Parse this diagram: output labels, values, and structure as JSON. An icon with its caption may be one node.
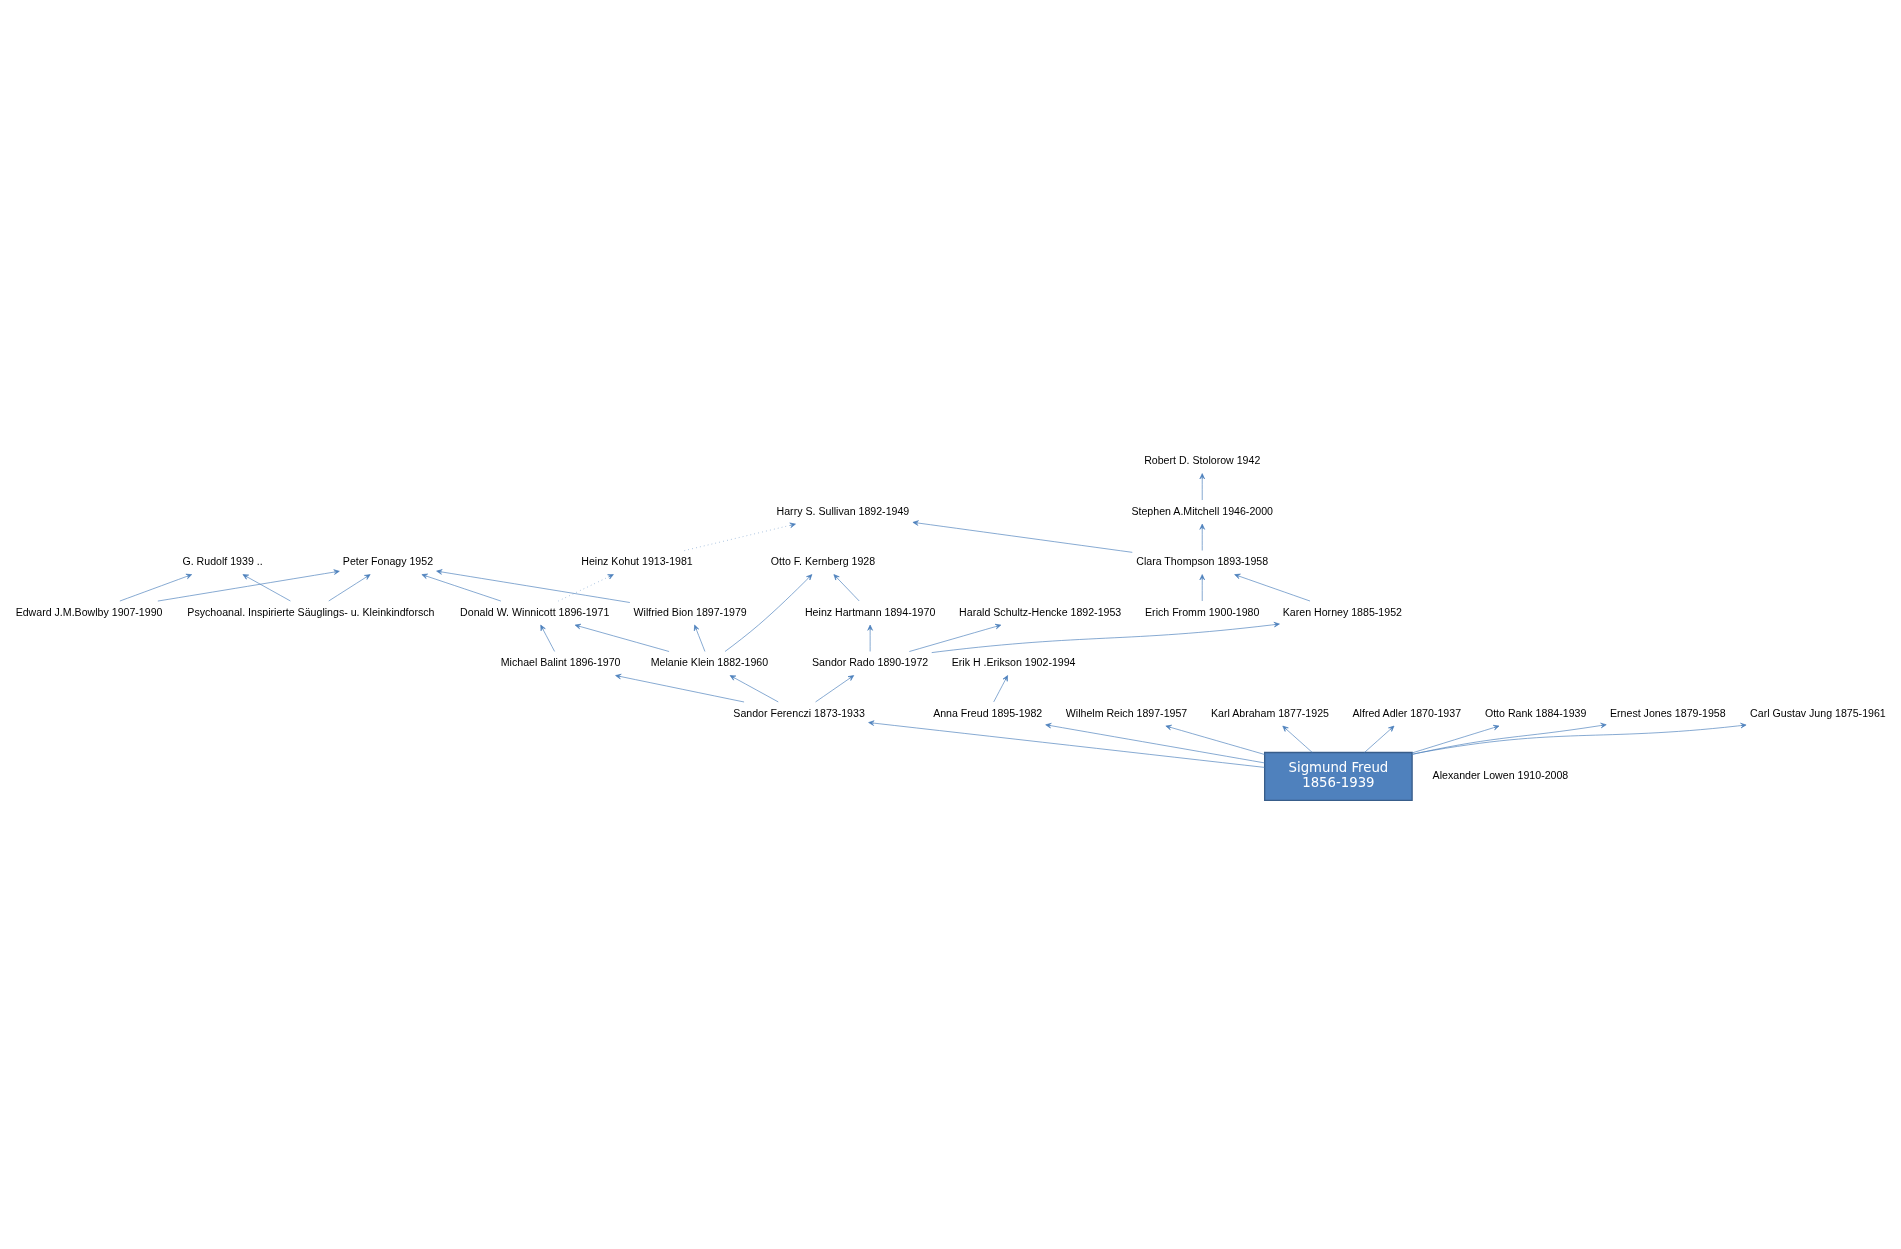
{
  "diagram": {
    "nodes": [
      {
        "text": [
          "Peter Fonagy 1952"
        ]
      },
      {
        "text": [
          "G. Rudolf 1939 .."
        ]
      },
      {
        "text": [
          "Otto F. Kernberg 1928"
        ]
      },
      {
        "text": [
          "Robert D. Stolorow 1942"
        ]
      },
      {
        "text": [
          "Psychoanal. Inspirierte Säuglings- u. Kleinkindforsch"
        ]
      },
      {
        "text": [
          "Heinz Hartmann 1894-1970"
        ]
      },
      {
        "text": [
          "Erik H .Erikson 1902-1994"
        ]
      },
      {
        "text": [
          "Stephen A.Mitchell 1946-2000"
        ]
      },
      {
        "text": [
          "Edward J.M.Bowlby 1907-1990"
        ]
      },
      {
        "text": [
          "Harry S. Sullivan 1892-1949"
        ]
      },
      {
        "text": [
          "Heinz Kohut 1913-1981"
        ]
      },
      {
        "text": [
          "Harald Schultz-Hencke 1892-1953"
        ]
      },
      {
        "text": [
          "Clara Thompson 1893-1958"
        ]
      },
      {
        "text": [
          "Donald W. Winnicott 1896-1971"
        ]
      },
      {
        "text": [
          "Alexander Lowen 1910-2008"
        ]
      },
      {
        "text": [
          "Wilfried Bion 1897-1979"
        ]
      },
      {
        "text": [
          "Karen Horney 1885-1952"
        ]
      },
      {
        "text": [
          "Melanie Klein 1882-1960"
        ]
      },
      {
        "text": [
          "Michael Balint 1896-1970"
        ]
      },
      {
        "text": [
          "Sandor Rado 1890-1972"
        ]
      },
      {
        "text": [
          "Erich Fromm 1900-1980"
        ]
      },
      {
        "text": [
          "Anna Freud 1895-1982"
        ]
      },
      {
        "text": [
          "Wilhelm Reich 1897-1957"
        ]
      },
      {
        "text": [
          "Sandor Ferenczi 1873-1933"
        ]
      },
      {
        "text": [
          "Karl Abraham 1877-1925"
        ]
      },
      {
        "text": [
          "Alfred Adler 1870-1937"
        ]
      },
      {
        "text": [
          "Otto Rank 1884-1939"
        ]
      },
      {
        "text": [
          "Ernest Jones 1879-1958"
        ]
      },
      {
        "text": [
          "Carl Gustav Jung 1875-1961"
        ]
      },
      {
        "text": [
          "Sigmund Freud",
          "1856-1939"
        ]
      }
    ],
    "edges": [
      {
        "from": 29,
        "to": 21,
        "arrow": "to"
      },
      {
        "from": 29,
        "to": 23,
        "arrow": "to"
      },
      {
        "from": 29,
        "to": 24,
        "arrow": "to"
      },
      {
        "from": 29,
        "to": 22,
        "arrow": "to"
      },
      {
        "from": 29,
        "to": 25,
        "arrow": "to"
      },
      {
        "from": 29,
        "to": 26,
        "arrow": "to"
      },
      {
        "from": 29,
        "to": 27,
        "arrow": "to"
      },
      {
        "from": 29,
        "to": 28,
        "arrow": "to"
      },
      {
        "from": 21,
        "to": 6,
        "arrow": "to"
      },
      {
        "from": 23,
        "to": 17,
        "arrow": "to"
      },
      {
        "from": 23,
        "to": 18,
        "arrow": "to"
      },
      {
        "from": 23,
        "to": 19,
        "arrow": "to"
      },
      {
        "from": 17,
        "to": 15,
        "arrow": "to"
      },
      {
        "from": 17,
        "to": 13,
        "arrow": "to"
      },
      {
        "from": 17,
        "to": 2,
        "arrow": "to"
      },
      {
        "from": 18,
        "to": 13,
        "arrow": "to"
      },
      {
        "from": 15,
        "to": 0,
        "arrow": "to"
      },
      {
        "from": 8,
        "to": 0,
        "arrow": "to"
      },
      {
        "from": 8,
        "to": 1,
        "arrow": "to"
      },
      {
        "from": 4,
        "to": 0,
        "arrow": "to"
      },
      {
        "from": 4,
        "to": 1,
        "arrow": "to"
      },
      {
        "from": 13,
        "to": 0,
        "arrow": "to"
      },
      {
        "from": 13,
        "to": 10,
        "arrow": "to",
        "style": "dashed"
      },
      {
        "from": 10,
        "to": 9,
        "arrow": "to",
        "style": "dashed"
      },
      {
        "from": 12,
        "to": 9,
        "arrow": "to"
      },
      {
        "from": 12,
        "to": 7,
        "arrow": "to"
      },
      {
        "from": 7,
        "to": 3,
        "arrow": "to"
      },
      {
        "from": 5,
        "to": 2,
        "arrow": "to"
      },
      {
        "from": 16,
        "to": 12,
        "arrow": "to"
      },
      {
        "from": 19,
        "to": 16,
        "arrow": "to"
      },
      {
        "from": 19,
        "to": 5,
        "arrow": "to"
      },
      {
        "from": 19,
        "to": 11,
        "arrow": "to"
      },
      {
        "from": 20,
        "to": 12,
        "arrow": "to"
      }
    ]
  }
}
